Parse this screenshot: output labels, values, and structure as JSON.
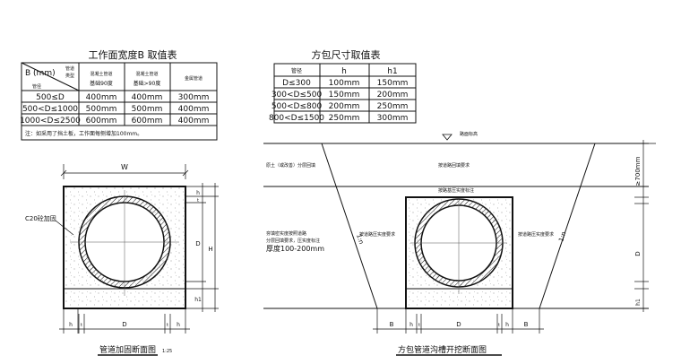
{
  "table1": {
    "title": "工作面宽度B 取值表",
    "corner_top": "B (mm)",
    "corner_right_top": "管道",
    "corner_right_bottom": "类型",
    "corner_left": "管径",
    "col_headers": [
      "混凝土管道",
      "混凝土管道",
      "金属管道"
    ],
    "col_sub": [
      "基础90度",
      "基础>90度",
      ""
    ],
    "rows": [
      {
        "range": "500≤D",
        "values": [
          "400mm",
          "400mm",
          "300mm"
        ]
      },
      {
        "range": "500<D≤1000",
        "values": [
          "500mm",
          "500mm",
          "400mm"
        ]
      },
      {
        "range": "1000<D≤2500",
        "values": [
          "600mm",
          "600mm",
          "400mm"
        ]
      }
    ],
    "note": "注：如采用了挡土板，工作面每侧增加100mm。"
  },
  "table2": {
    "title": "方包尺寸取值表",
    "headers": [
      "管径",
      "h",
      "h1"
    ],
    "rows": [
      {
        "range": "D≤300",
        "h": "100mm",
        "h1": "150mm"
      },
      {
        "range": "300<D≤500",
        "h": "150mm",
        "h1": "200mm"
      },
      {
        "range": "500<D≤800",
        "h": "200mm",
        "h1": "250mm"
      },
      {
        "range": "800<D≤1500",
        "h": "250mm",
        "h1": "300mm"
      }
    ]
  },
  "left_section": {
    "width_label": "W",
    "concrete_label": "C20砼加固",
    "h_label": "h",
    "t_label": "t",
    "d_label": "D",
    "H_label": "H",
    "h1_label": "h1",
    "bottom_dims": [
      "h",
      "t",
      "D",
      "t",
      "h"
    ],
    "caption": "管道加固断面图",
    "scale": "1:25"
  },
  "right_section": {
    "road_level": "路面标高",
    "backfill_top": "原土（或改善）分层回填",
    "compaction_top": "按道路回填要求",
    "compaction_box_top": "按路基压实度标注",
    "slope_left": "1:n",
    "slope_right": "1:n",
    "left_note_1": "夯填密实度按照道路",
    "left_note_2": "分层回填要求，压实度标注",
    "left_note_3": "厚度100-200mm",
    "side_left": "按道路压实度要求",
    "side_right": "按道路压实度要求",
    "dim_700": "≥700mm",
    "dim_d": "D",
    "dim_h": "h",
    "dim_h1": "h1",
    "bottom_dims": [
      "B",
      "h",
      "t",
      "D",
      "t",
      "h",
      "B"
    ],
    "caption": "方包管道沟槽开挖断面图"
  }
}
